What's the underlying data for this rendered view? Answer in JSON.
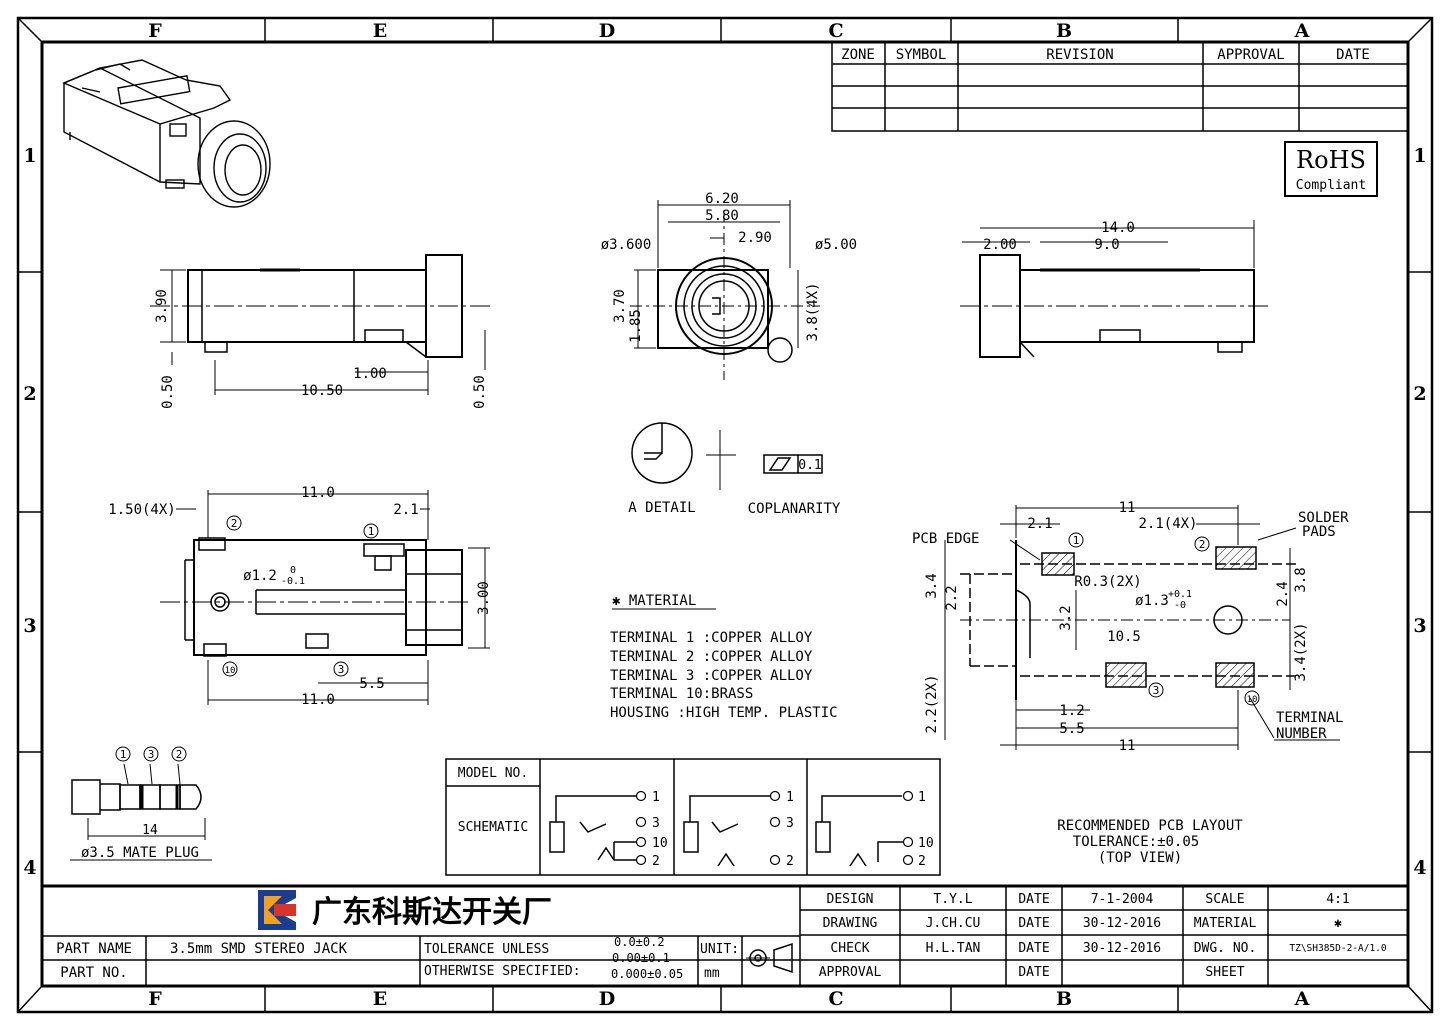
{
  "border": {
    "columns": [
      "F",
      "E",
      "D",
      "C",
      "B",
      "A"
    ],
    "rows": [
      "1",
      "2",
      "3",
      "4"
    ]
  },
  "revision_table": {
    "headers": [
      "ZONE",
      "SYMBOL",
      "REVISION",
      "APPROVAL",
      "DATE"
    ]
  },
  "rohs": {
    "title": "RoHS",
    "subtitle": "Compliant"
  },
  "side_view": {
    "dims": {
      "h": "3.90",
      "foot": "0.50",
      "len": "10.50",
      "pad": "1.00",
      "foot_r": "0.50"
    }
  },
  "front_view": {
    "dims": {
      "w1": "6.20",
      "w2": "5.80",
      "w3": "2.90",
      "d_in": "ø3.600",
      "d_out": "ø5.00",
      "h1": "3.70",
      "h2": "1.85",
      "h3": "3.8(4X)"
    }
  },
  "rear_view": {
    "dims": {
      "len": "14.0",
      "a": "2.00",
      "b": "9.0"
    }
  },
  "detail": {
    "label": "A  DETAIL",
    "coplanarity": "COPLANARITY",
    "flatness_value": "0.1"
  },
  "top_view": {
    "dims": {
      "pitch": "1.50(4X)",
      "len_top": "11.0",
      "p21": "2.1",
      "hole": "ø1.2",
      "tol_up": "0",
      "tol_dn": "-0.1",
      "h": "3.00",
      "d55": "5.5",
      "len_bot": "11.0"
    },
    "pins": [
      "1",
      "2",
      "3",
      "10"
    ]
  },
  "material": {
    "title": "✱ MATERIAL",
    "lines": [
      "TERMINAL  1 :COPPER ALLOY",
      "TERMINAL  2 :COPPER ALLOY",
      "TERMINAL  3 :COPPER ALLOY",
      "TERMINAL 10:BRASS",
      "HOUSING      :HIGH TEMP. PLASTIC"
    ]
  },
  "pcb_layout": {
    "labels": {
      "pcb_edge": "PCB EDGE",
      "solder_pads": "SOLDER\nPADS",
      "terminal_number": "TERMINAL\nNUMBER"
    },
    "dims": {
      "w11_top": "11",
      "a21": "2.1",
      "b21": "2.1(4X)",
      "r": "R0.3(2X)",
      "hole": "ø1.3",
      "hole_tol_up": "+0.1",
      "hole_tol_dn": "-0",
      "v34": "3.4",
      "v22": "2.2",
      "v32": "3.2",
      "h105": "10.5",
      "v24": "2.4",
      "v38": "3.8",
      "v342x": "3.4(2X)",
      "v222x": "2.2(2X)",
      "h12": "1.2",
      "h55": "5.5",
      "w11_bot": "11"
    },
    "pins": [
      "1",
      "2",
      "3",
      "10"
    ],
    "note": [
      "RECOMMENDED PCB LAYOUT",
      "TOLERANCE:±0.05",
      "(TOP VIEW)"
    ]
  },
  "mate_plug": {
    "label": "ø3.5 MATE PLUG",
    "len": "14",
    "pins": [
      "1",
      "3",
      "2"
    ]
  },
  "schematic": {
    "model_label": "MODEL NO.",
    "schematic_label": "SCHEMATIC",
    "pins_a": [
      "1",
      "3",
      "10",
      "2"
    ],
    "pins_b": [
      "1",
      "3",
      "2"
    ],
    "pins_c": [
      "1",
      "10",
      "2"
    ]
  },
  "title_block": {
    "company": "广东科斯达开关厂",
    "part_name_label": "PART NAME",
    "part_name": "3.5mm SMD STEREO JACK",
    "part_no_label": "PART NO.",
    "part_no": "",
    "tolerance_label_1": "TOLERANCE UNLESS",
    "tolerance_label_2": "OTHERWISE SPECIFIED:",
    "tol_1": "0.0±0.2",
    "tol_2": "0.00±0.1",
    "tol_3": "0.000±0.05",
    "unit_label": "UNIT:",
    "unit": "mm",
    "rows": [
      {
        "role": "DESIGN",
        "name": "T.Y.L",
        "date_label": "DATE",
        "date": "7-1-2004",
        "k": "SCALE",
        "v": "4:1"
      },
      {
        "role": "DRAWING",
        "name": "J.CH.CU",
        "date_label": "DATE",
        "date": "30-12-2016",
        "k": "MATERIAL",
        "v": "✱"
      },
      {
        "role": "CHECK",
        "name": "H.L.TAN",
        "date_label": "DATE",
        "date": "30-12-2016",
        "k": "DWG. NO.",
        "v": "TZ\\SH385D-2-A/1.0"
      },
      {
        "role": "APPROVAL",
        "name": "",
        "date_label": "DATE",
        "date": "",
        "k": "SHEET",
        "v": ""
      }
    ]
  }
}
